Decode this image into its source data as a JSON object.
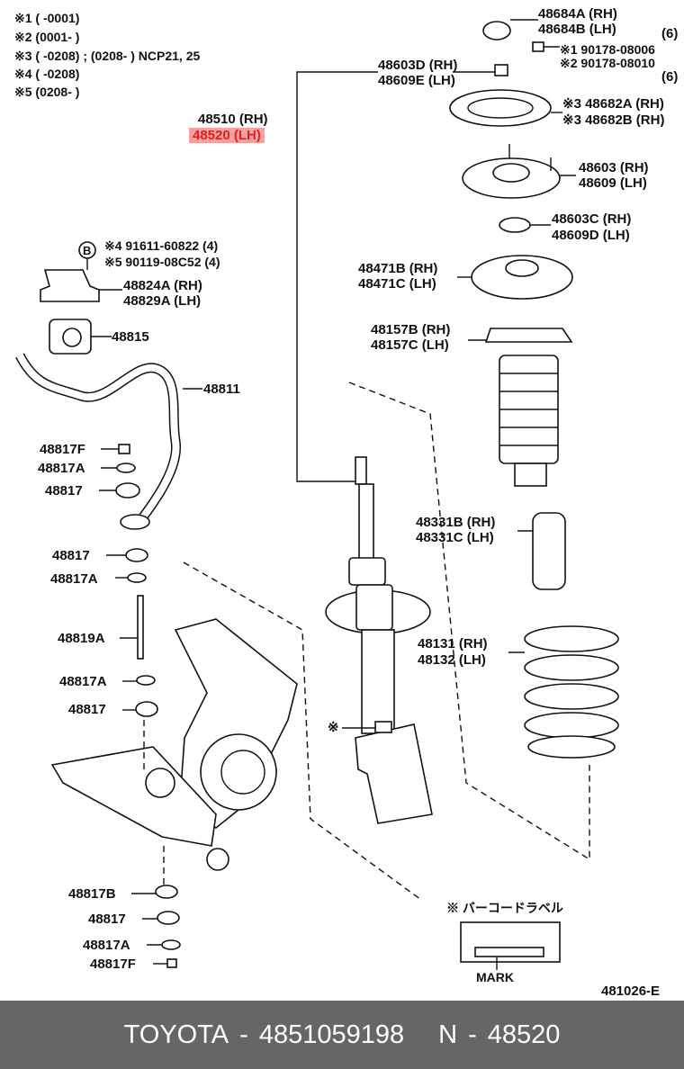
{
  "notes": [
    "※1 (        -0001)",
    "※2 (0001-        )",
    "※3 (        -0208) ; (0208-        ) NCP21, 25",
    "※4 (        -0208)",
    "※5 (0208-        )"
  ],
  "parts": {
    "p48684": [
      "48684A (RH)",
      "48684B (LH)"
    ],
    "p6a": "(6)",
    "p90178": [
      "※1 90178-08006",
      "※2 90178-08010"
    ],
    "p6b": "(6)",
    "p48603d": [
      "48603D (RH)",
      "48609E (LH)"
    ],
    "p48682": [
      "※3 48682A (RH)",
      "※3 48682B (RH)"
    ],
    "p48510": "48510 (RH)",
    "p48520": "48520 (LH)",
    "p48603": [
      "48603 (RH)",
      "48609 (LH)"
    ],
    "p48603c": [
      "48603C (RH)",
      "48609D (LH)"
    ],
    "pb": "B",
    "p91611": [
      "※4 91611-60822 (4)",
      "※5 90119-08C52 (4)"
    ],
    "p48824": [
      "48824A (RH)",
      "48829A (LH)"
    ],
    "p48471": [
      "48471B (RH)",
      "48471C (LH)"
    ],
    "p48815": "48815",
    "p48157": [
      "48157B (RH)",
      "48157C (LH)"
    ],
    "p48811": "48811",
    "p48817f_top": "48817F",
    "p48817a_top": "48817A",
    "p48817_top": "48817",
    "p48331": [
      "48331B (RH)",
      "48331C (LH)"
    ],
    "p48817_2": "48817",
    "p48817a_2": "48817A",
    "p48819a": "48819A",
    "p48131": [
      "48131 (RH)",
      "48132 (LH)"
    ],
    "p48817a_3": "48817A",
    "p48817_3": "48817",
    "star": "※",
    "p48817b": "48817B",
    "p48817_4": "48817",
    "p48817a_4": "48817A",
    "p48817f_4": "48817F",
    "barcode_label": "※  バーコードラベル",
    "mark": "MARK",
    "diagram_id": "481026-E"
  },
  "footer": {
    "brand": "TOYOTA",
    "sep1": "-",
    "part_number": "4851059198",
    "n_label": "N",
    "sep2": "-",
    "n_value": "48520"
  },
  "colors": {
    "highlight_bg": "#f7a0a0",
    "highlight_text": "#e02020",
    "footer_bg": "#666666"
  }
}
